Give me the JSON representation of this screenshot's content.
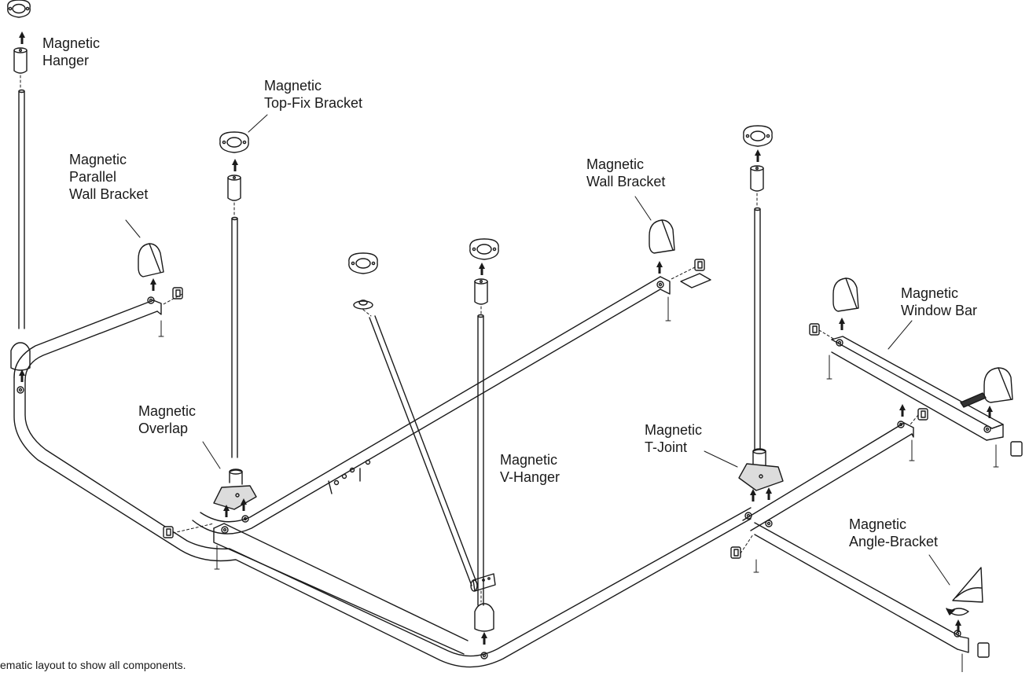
{
  "labels": {
    "hanger": [
      "Magnetic",
      "Hanger"
    ],
    "top_fix": [
      "Magnetic",
      "Top-Fix Bracket"
    ],
    "parallel": [
      "Magnetic",
      "Parallel",
      "Wall Bracket"
    ],
    "wall_bracket": [
      "Magnetic",
      "Wall Bracket"
    ],
    "window_bar": [
      "Magnetic",
      "Window Bar"
    ],
    "overlap": [
      "Magnetic",
      "Overlap"
    ],
    "v_hanger": [
      "Magnetic",
      "V-Hanger"
    ],
    "t_joint": [
      "Magnetic",
      "T-Joint"
    ],
    "angle_bracket": [
      "Magnetic",
      "Angle-Bracket"
    ]
  },
  "footnote": "ematic layout to show all components.",
  "colors": {
    "line": "#1a1a1a",
    "fill": "#ffffff",
    "shade": "#dcdcdc",
    "dark": "#333333"
  }
}
